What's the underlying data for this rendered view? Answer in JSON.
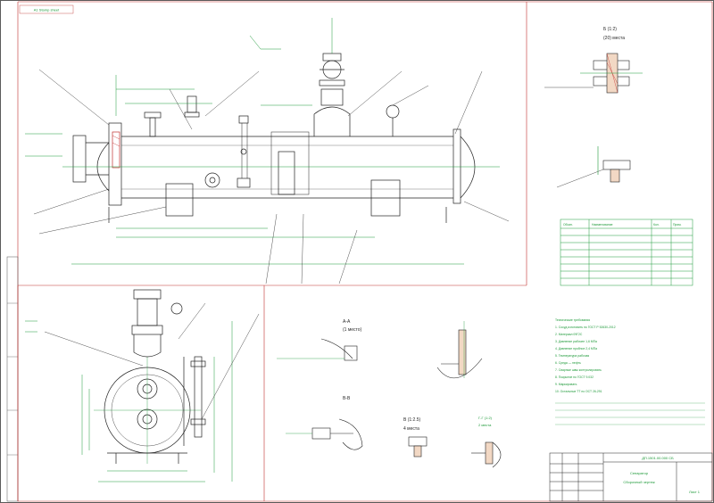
{
  "sheet": {
    "corner_tag": "A1 Stamp sheet",
    "view_labels": {
      "b_detail": "Б (1:2)",
      "b_detail_sub": "(20) места",
      "a_a": "А-А",
      "a_a_sub": "(1 место)",
      "b_b": "В-В",
      "v_detail": "В (1:2.5)",
      "v_detail_sub": "4 места",
      "g_g": "Г-Г (1:2)",
      "g_g_sub": "2 места"
    }
  },
  "table": {
    "header": [
      "Обозн.",
      "Наименование",
      "Кол.",
      "Прим."
    ],
    "rows": 8
  },
  "notes": {
    "heading": "Технические требования",
    "lines": [
      "1. Сосуд изготовить по ГОСТ Р 52630-2012",
      "2. Материал 09Г2С",
      "3. Давление рабочее 1,6 МПа",
      "4. Давление пробное 2,4 МПа",
      "5. Температура рабочая",
      "6. Среда — нефть",
      "7. Сварные швы контролировать",
      "8. Покрытие по ГОСТ 9.032",
      "9. Маркировать",
      "10. Остальные ТТ по ОСТ 26-291"
    ]
  },
  "title_block": {
    "drawing_no": "ДП.1501.00.000 СБ",
    "name": "Сепаратор",
    "subtitle": "Сборочный чертеж",
    "sheet": "Лист 1"
  }
}
